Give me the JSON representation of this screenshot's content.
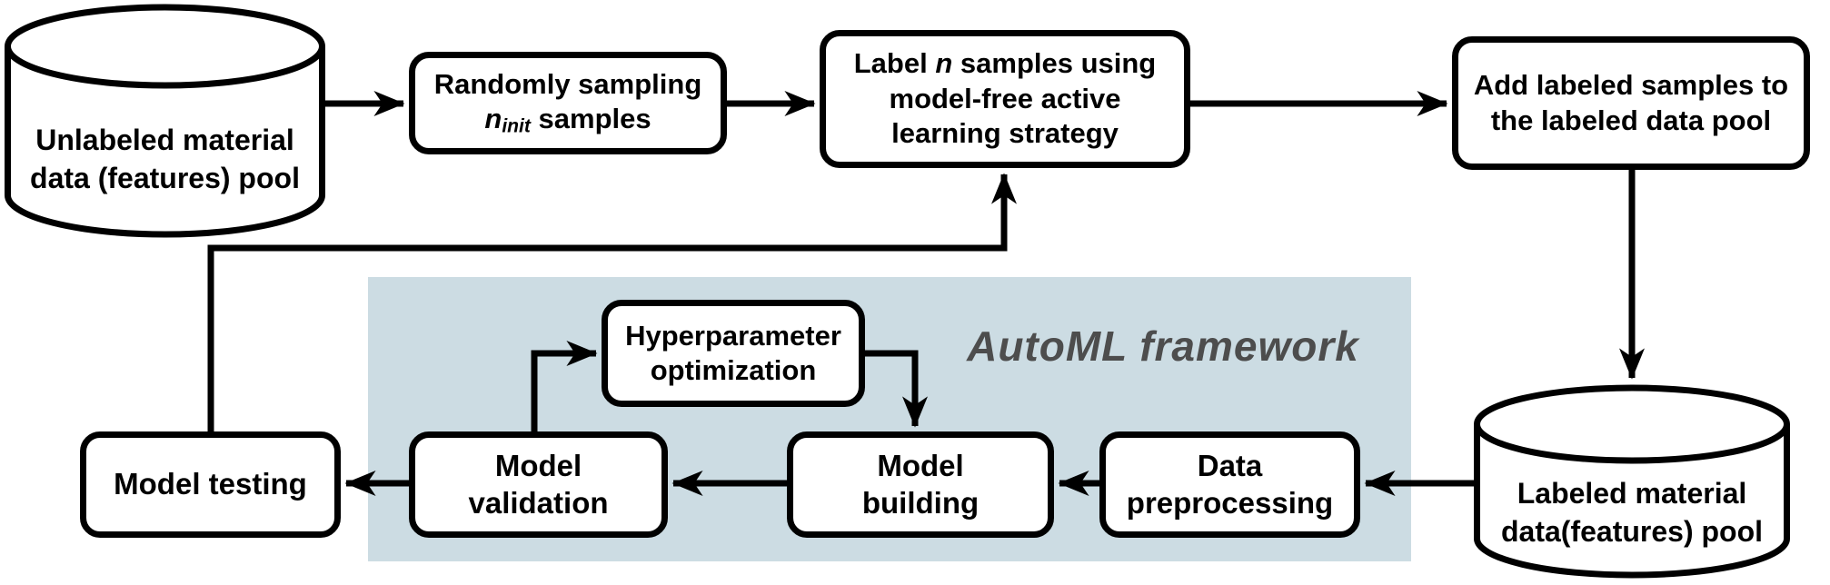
{
  "nodes": {
    "unlabeled_pool": {
      "line1": "Unlabeled material",
      "line2": "data (features) pool"
    },
    "random_sampling": {
      "line1": "Randomly sampling",
      "n": "n",
      "sub": "init",
      "line2_rest": " samples"
    },
    "label_samples": {
      "line1_pre": "Label ",
      "n": "n",
      "line1_post": " samples using",
      "line2": "model-free active",
      "line3": "learning strategy"
    },
    "add_labeled": {
      "line1": "Add labeled samples to",
      "line2": "the labeled data pool"
    },
    "labeled_pool": {
      "line1": "Labeled material",
      "line2": "data(features) pool"
    },
    "data_preprocessing": {
      "line1": "Data",
      "line2": "preprocessing"
    },
    "model_building": {
      "line1": "Model",
      "line2": "building"
    },
    "model_validation": {
      "line1": "Model",
      "line2": "validation"
    },
    "hyperparameter": {
      "line1": "Hyperparameter",
      "line2": "optimization"
    },
    "model_testing": {
      "label": "Model testing"
    }
  },
  "region": {
    "label": "AutoML framework",
    "fill": "#ccdce3",
    "label_color": "#4d4d4d"
  },
  "colors": {
    "line": "#000000",
    "box_border": "#000000",
    "box_fill": "#ffffff"
  }
}
